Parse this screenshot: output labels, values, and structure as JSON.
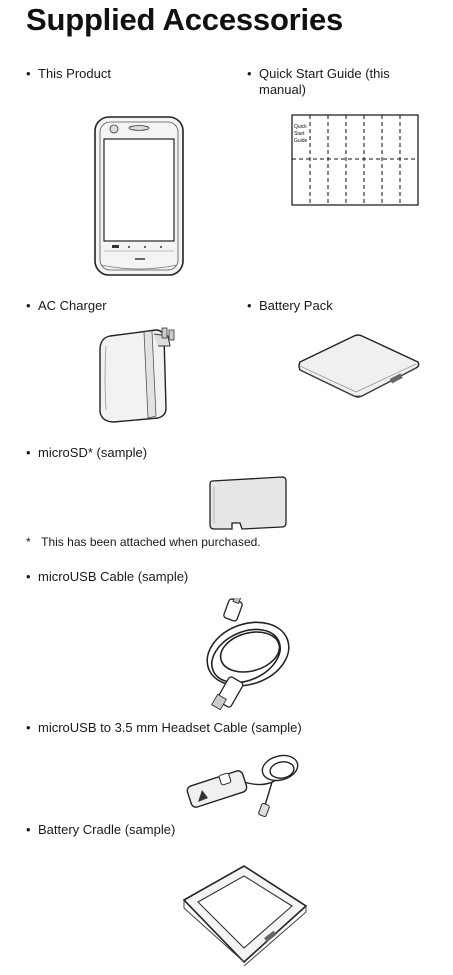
{
  "page": {
    "title": "Supplied Accessories"
  },
  "items": [
    {
      "label": "This Product",
      "icon": "smartphone-icon"
    },
    {
      "label": "Quick Start Guide (this manual)",
      "line1": "Quick Start Guide (this",
      "line2": "manual)",
      "icon": "manual-icon"
    },
    {
      "label": "AC Charger",
      "icon": "ac-charger-icon"
    },
    {
      "label": "Battery Pack",
      "icon": "battery-pack-icon"
    },
    {
      "label": "microSD* (sample)",
      "icon": "microsd-card-icon"
    },
    {
      "label": "microUSB Cable (sample)",
      "icon": "usb-cable-icon"
    },
    {
      "label": "microUSB to 3.5 mm Headset Cable (sample)",
      "icon": "headset-cable-icon"
    },
    {
      "label": "Battery Cradle (sample)",
      "icon": "battery-cradle-icon"
    }
  ],
  "bullet": "•",
  "footnote": {
    "marker": "*",
    "text": "This has been attached when purchased."
  },
  "manual_cover_text": [
    "Quick",
    "Start",
    "Guide"
  ]
}
